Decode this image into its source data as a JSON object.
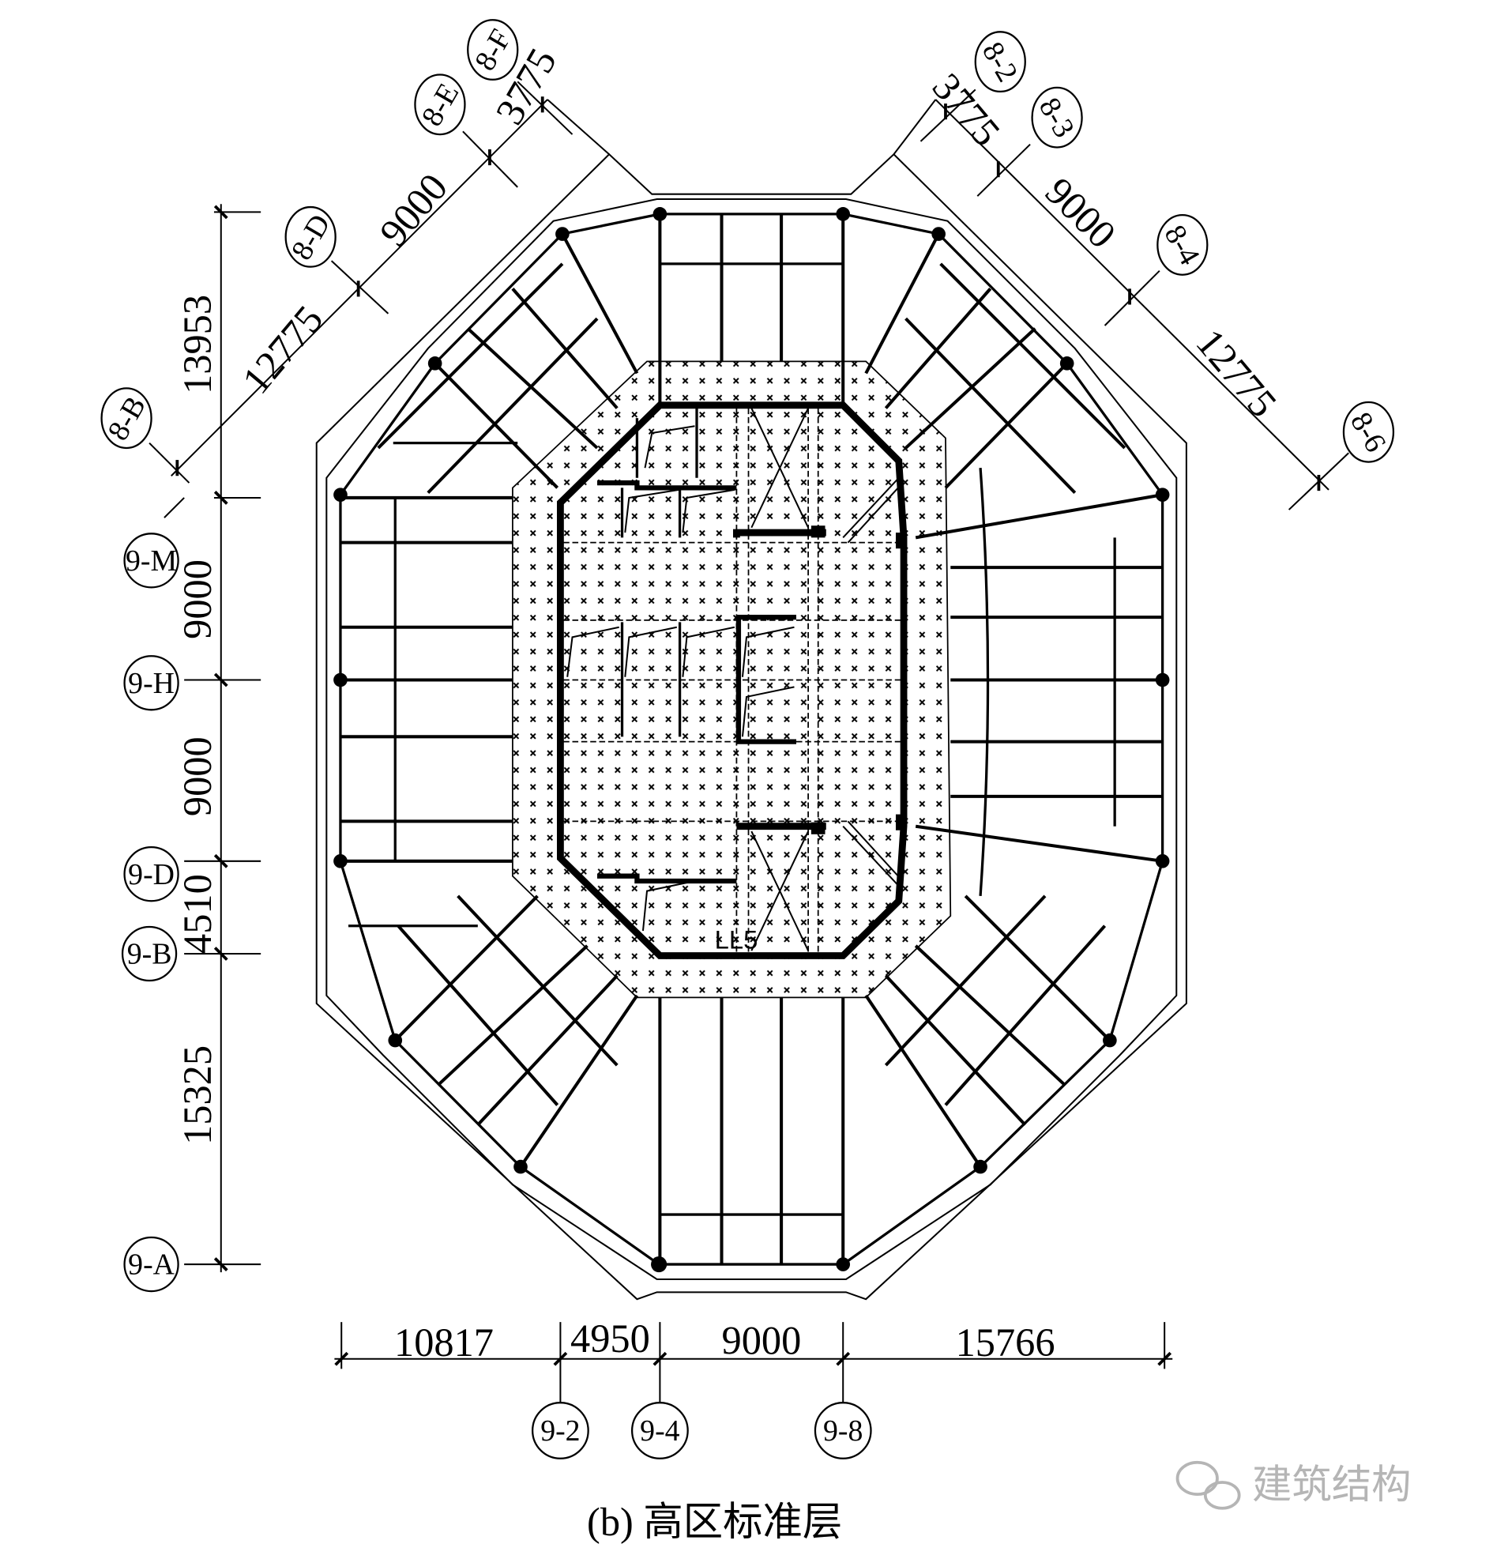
{
  "caption": "(b) 高区标准层",
  "watermark": "建筑结构",
  "core_label": "LL5",
  "left_axes": [
    "9-M",
    "9-H",
    "9-D",
    "9-B",
    "9-A"
  ],
  "left_dims": [
    "13953",
    "9000",
    "9000",
    "4510",
    "15325"
  ],
  "bottom_axes": [
    "9-2",
    "9-4",
    "9-8"
  ],
  "bottom_dims": [
    "10817",
    "4950",
    "9000",
    "15766"
  ],
  "nw_axes": [
    "8-B",
    "8-D",
    "8-E",
    "8-F"
  ],
  "nw_dims": [
    "12775",
    "9000",
    "3775"
  ],
  "ne_axes": [
    "8-2",
    "8-3",
    "8-4",
    "8-6"
  ],
  "ne_dims": [
    "3775",
    "9000",
    "12775"
  ]
}
